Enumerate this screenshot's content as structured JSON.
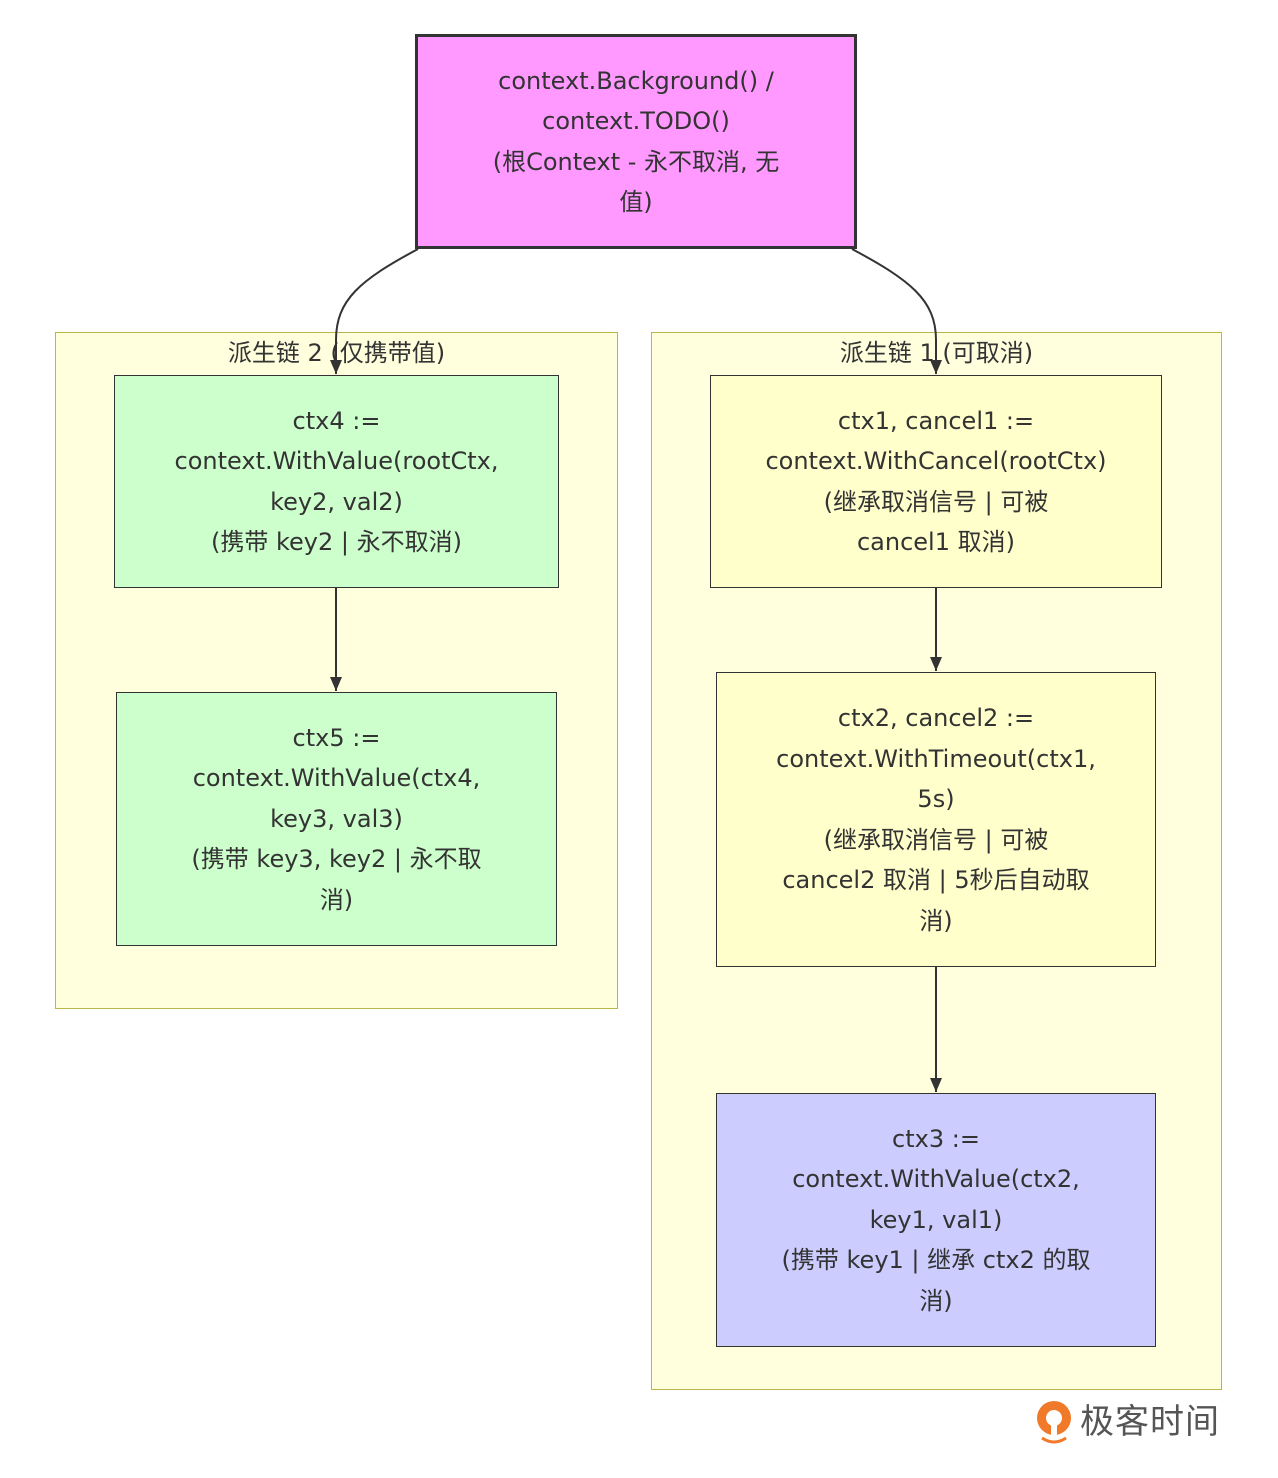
{
  "diagram": {
    "type": "flowchart",
    "root": {
      "id": "root",
      "lines": [
        "context.Background() /",
        "context.TODO()",
        "(根Context - 永不取消, 无",
        "值)"
      ],
      "fill": "#ff99ff"
    },
    "subgraphs": [
      {
        "id": "chain2",
        "title": "派生链 2 (仅携带值)",
        "nodes": [
          {
            "id": "ctx4",
            "lines": [
              "ctx4 :=",
              "context.WithValue(rootCtx,",
              "key2, val2)",
              "(携带 key2 | 永不取消)"
            ],
            "fill": "#ccffcc"
          },
          {
            "id": "ctx5",
            "lines": [
              "ctx5 :=",
              "context.WithValue(ctx4,",
              "key3, val3)",
              "(携带 key3, key2 | 永不取",
              "消)"
            ],
            "fill": "#ccffcc"
          }
        ]
      },
      {
        "id": "chain1",
        "title": "派生链 1 (可取消)",
        "nodes": [
          {
            "id": "ctx1",
            "lines": [
              "ctx1, cancel1 :=",
              "context.WithCancel(rootCtx)",
              "(继承取消信号 | 可被",
              "cancel1 取消)"
            ],
            "fill": "#ffffcc"
          },
          {
            "id": "ctx2",
            "lines": [
              "ctx2, cancel2 :=",
              "context.WithTimeout(ctx1,",
              "5s)",
              "(继承取消信号 | 可被",
              "cancel2 取消 | 5秒后自动取",
              "消)"
            ],
            "fill": "#ffffcc"
          },
          {
            "id": "ctx3",
            "lines": [
              "ctx3 :=",
              "context.WithValue(ctx2,",
              "key1, val1)",
              "(携带 key1 | 继承 ctx2 的取",
              "消)"
            ],
            "fill": "#ccccff"
          }
        ]
      }
    ],
    "edges": [
      {
        "from": "root",
        "to": "ctx4"
      },
      {
        "from": "root",
        "to": "ctx1"
      },
      {
        "from": "ctx4",
        "to": "ctx5"
      },
      {
        "from": "ctx1",
        "to": "ctx2"
      },
      {
        "from": "ctx2",
        "to": "ctx3"
      }
    ],
    "colors": {
      "subgraph_fill": "#ffffde",
      "subgraph_border": "#b8b84a",
      "node_border": "#333333",
      "edge": "#333333",
      "text": "#333333"
    }
  },
  "watermark": {
    "icon": "geektime-logo-icon",
    "text": "极客时间"
  }
}
